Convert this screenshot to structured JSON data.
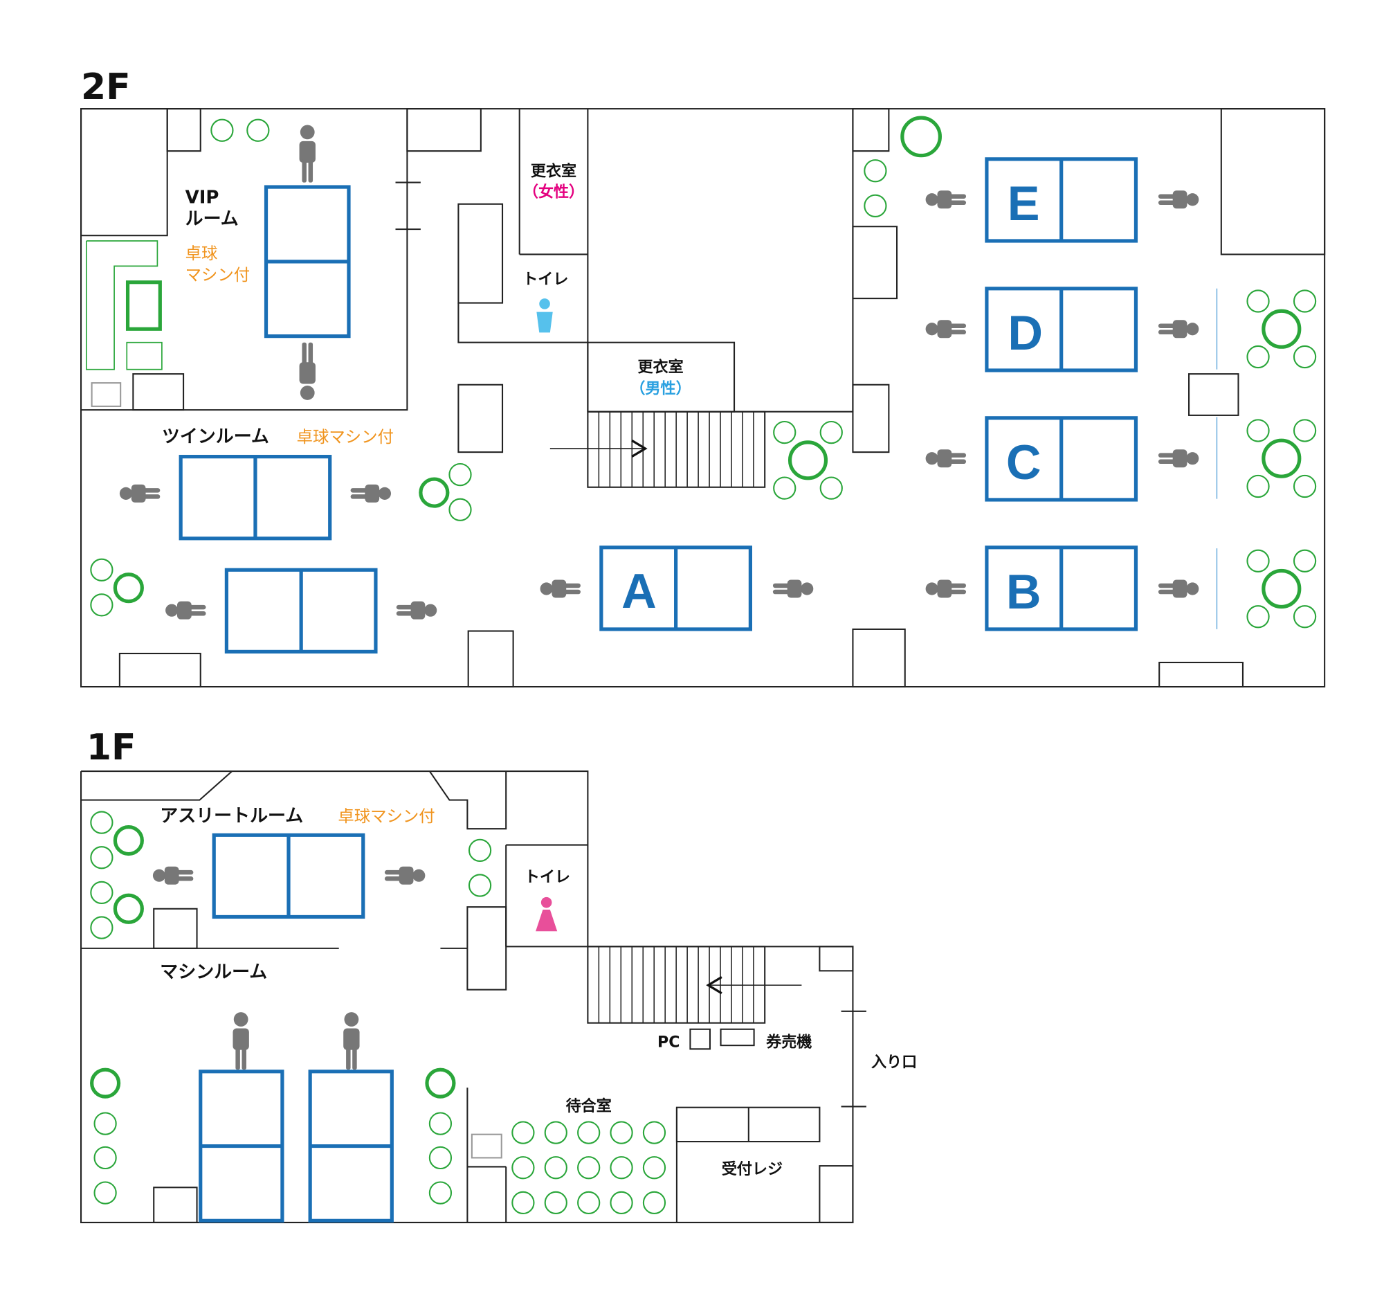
{
  "floors": {
    "f2": {
      "label": "2F",
      "rooms": {
        "vip": {
          "line1": "VIP",
          "line2": "ルーム",
          "note1": "卓球",
          "note2": "マシン付"
        },
        "twin": {
          "name": "ツインルーム",
          "note": "卓球マシン付"
        },
        "changing_women": {
          "name": "更衣室",
          "sub": "（女性）"
        },
        "changing_men": {
          "name": "更衣室",
          "sub": "（男性）"
        },
        "toilet": {
          "name": "トイレ"
        }
      },
      "tables": [
        {
          "id": "A",
          "label": "A"
        },
        {
          "id": "B",
          "label": "B"
        },
        {
          "id": "C",
          "label": "C"
        },
        {
          "id": "D",
          "label": "D"
        },
        {
          "id": "E",
          "label": "E"
        }
      ]
    },
    "f1": {
      "label": "1F",
      "rooms": {
        "athlete": {
          "name": "アスリートルーム",
          "note": "卓球マシン付"
        },
        "machine": {
          "name": "マシンルーム"
        },
        "toilet": {
          "name": "トイレ"
        },
        "waiting": {
          "name": "待合室"
        },
        "reception": {
          "name": "受付レジ"
        },
        "entrance": {
          "name": "入り口"
        },
        "pc": {
          "name": "PC"
        },
        "ticket": {
          "name": "券売機"
        }
      }
    }
  },
  "colors": {
    "table": "#1a6fb5",
    "seat": "#2aa63a",
    "note": "#f0941e",
    "women": "#e4007f",
    "men": "#29a0e0",
    "person": "#777777"
  }
}
